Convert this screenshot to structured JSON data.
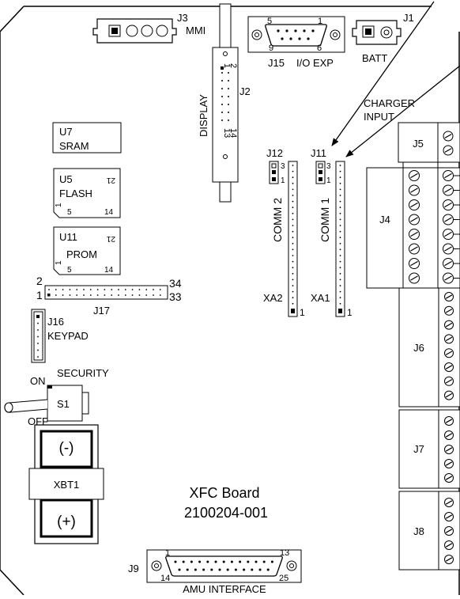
{
  "board": {
    "title": "XFC Board",
    "part_number": "2100204-001"
  },
  "connectors": {
    "j3": "J3",
    "mmi": "MMI",
    "j15": "J15",
    "io_exp": "I/O EXP",
    "db9_pin_5": "5",
    "db9_pin_1": "1",
    "db9_pin_9": "9",
    "db9_pin_6": "6",
    "j1": "J1",
    "batt": "BATT",
    "j2": "J2",
    "display": "DISPLAY",
    "j2_pin_2": "2",
    "j2_pin_1": "1",
    "j2_pin_14": "14",
    "j2_pin_13": "13",
    "charger_input_line1": "CHARGER",
    "charger_input_line2": "INPUT",
    "j5": "J5",
    "j4": "J4",
    "j6": "J6",
    "j7": "J7",
    "j8": "J8",
    "j12": "J12",
    "j11": "J11",
    "jumper_pin_3": "3",
    "jumper_pin_1": "1",
    "comm2": "COMM 2",
    "comm1": "COMM 1",
    "xa2": "XA2",
    "xa1": "XA1",
    "xa_pin_1": "1",
    "j17": "J17",
    "j17_pin_2": "2",
    "j17_pin_1": "1",
    "j17_pin_34": "34",
    "j17_pin_33": "33",
    "j16": "J16",
    "keypad": "KEYPAD",
    "j9": "J9",
    "amu_interface": "AMU INTERFACE",
    "db25_pin_1": "1",
    "db25_pin_13": "13",
    "db25_pin_14": "14",
    "db25_pin_25": "25"
  },
  "chips": {
    "u7": "U7",
    "sram": "SRAM",
    "u5": "U5",
    "flash": "FLASH",
    "u11": "U11",
    "prom": "PROM",
    "pin_21": "21",
    "pin_1": "1",
    "pin_5": "5",
    "pin_14": "14"
  },
  "switch": {
    "security": "SECURITY",
    "on": "ON",
    "off": "OFF",
    "s1": "S1"
  },
  "battery": {
    "minus": "(-)",
    "xbt1": "XBT1",
    "plus": "(+)"
  }
}
